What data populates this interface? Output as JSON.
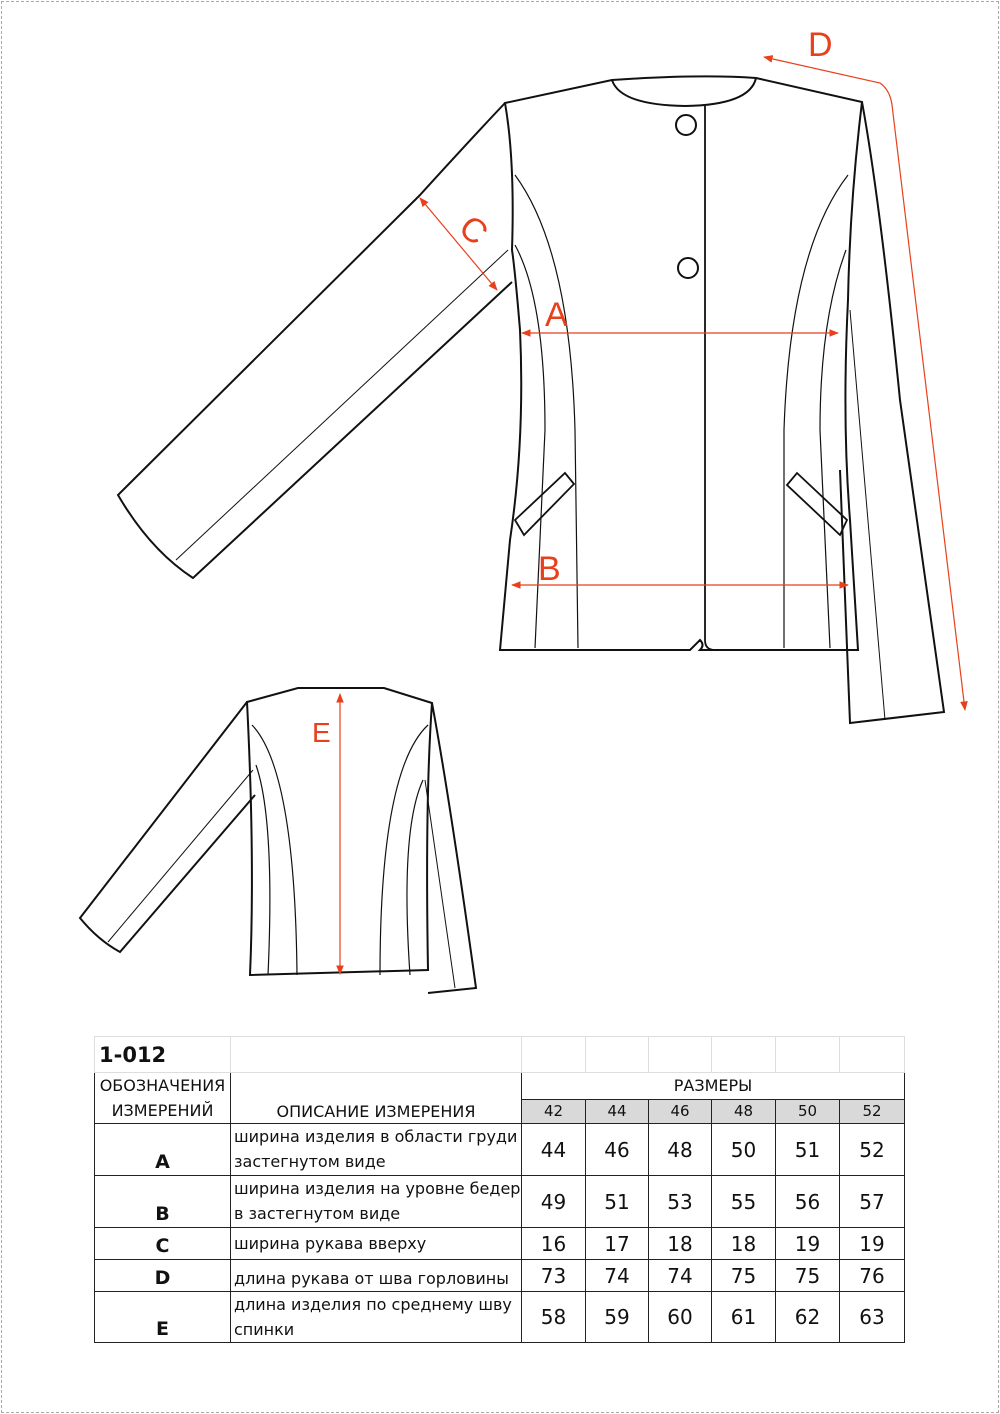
{
  "drawing_labels": {
    "A": "A",
    "B": "B",
    "C": "C",
    "D": "D",
    "E": "E"
  },
  "accent_color": "#e8401c",
  "table": {
    "article": "1-012",
    "col_code_header": [
      "ОБОЗНАЧЕНИЯ",
      "ИЗМЕРЕНИЙ"
    ],
    "col_desc_header": "ОПИСАНИЕ ИЗМЕРЕНИЯ",
    "sizes_header": "РАЗМЕРЫ",
    "sizes": [
      "42",
      "44",
      "46",
      "48",
      "50",
      "52"
    ],
    "rows": [
      {
        "code": "A",
        "desc": [
          "ширина изделия в области груди",
          "застегнутом виде"
        ],
        "values": [
          "44",
          "46",
          "48",
          "50",
          "51",
          "52"
        ]
      },
      {
        "code": "B",
        "desc": [
          "ширина изделия  на уровне бедер",
          "в застегнутом виде"
        ],
        "values": [
          "49",
          "51",
          "53",
          "55",
          "56",
          "57"
        ]
      },
      {
        "code": "C",
        "desc": [
          "ширина рукава вверху"
        ],
        "values": [
          "16",
          "17",
          "18",
          "18",
          "19",
          "19"
        ]
      },
      {
        "code": "D",
        "desc": [
          "длина рукава от шва горловины"
        ],
        "values": [
          "73",
          "74",
          "74",
          "75",
          "75",
          "76"
        ]
      },
      {
        "code": "E",
        "desc": [
          "длина изделия по среднему шву",
          "спинки"
        ],
        "values": [
          "58",
          "59",
          "60",
          "61",
          "62",
          "63"
        ]
      }
    ]
  }
}
